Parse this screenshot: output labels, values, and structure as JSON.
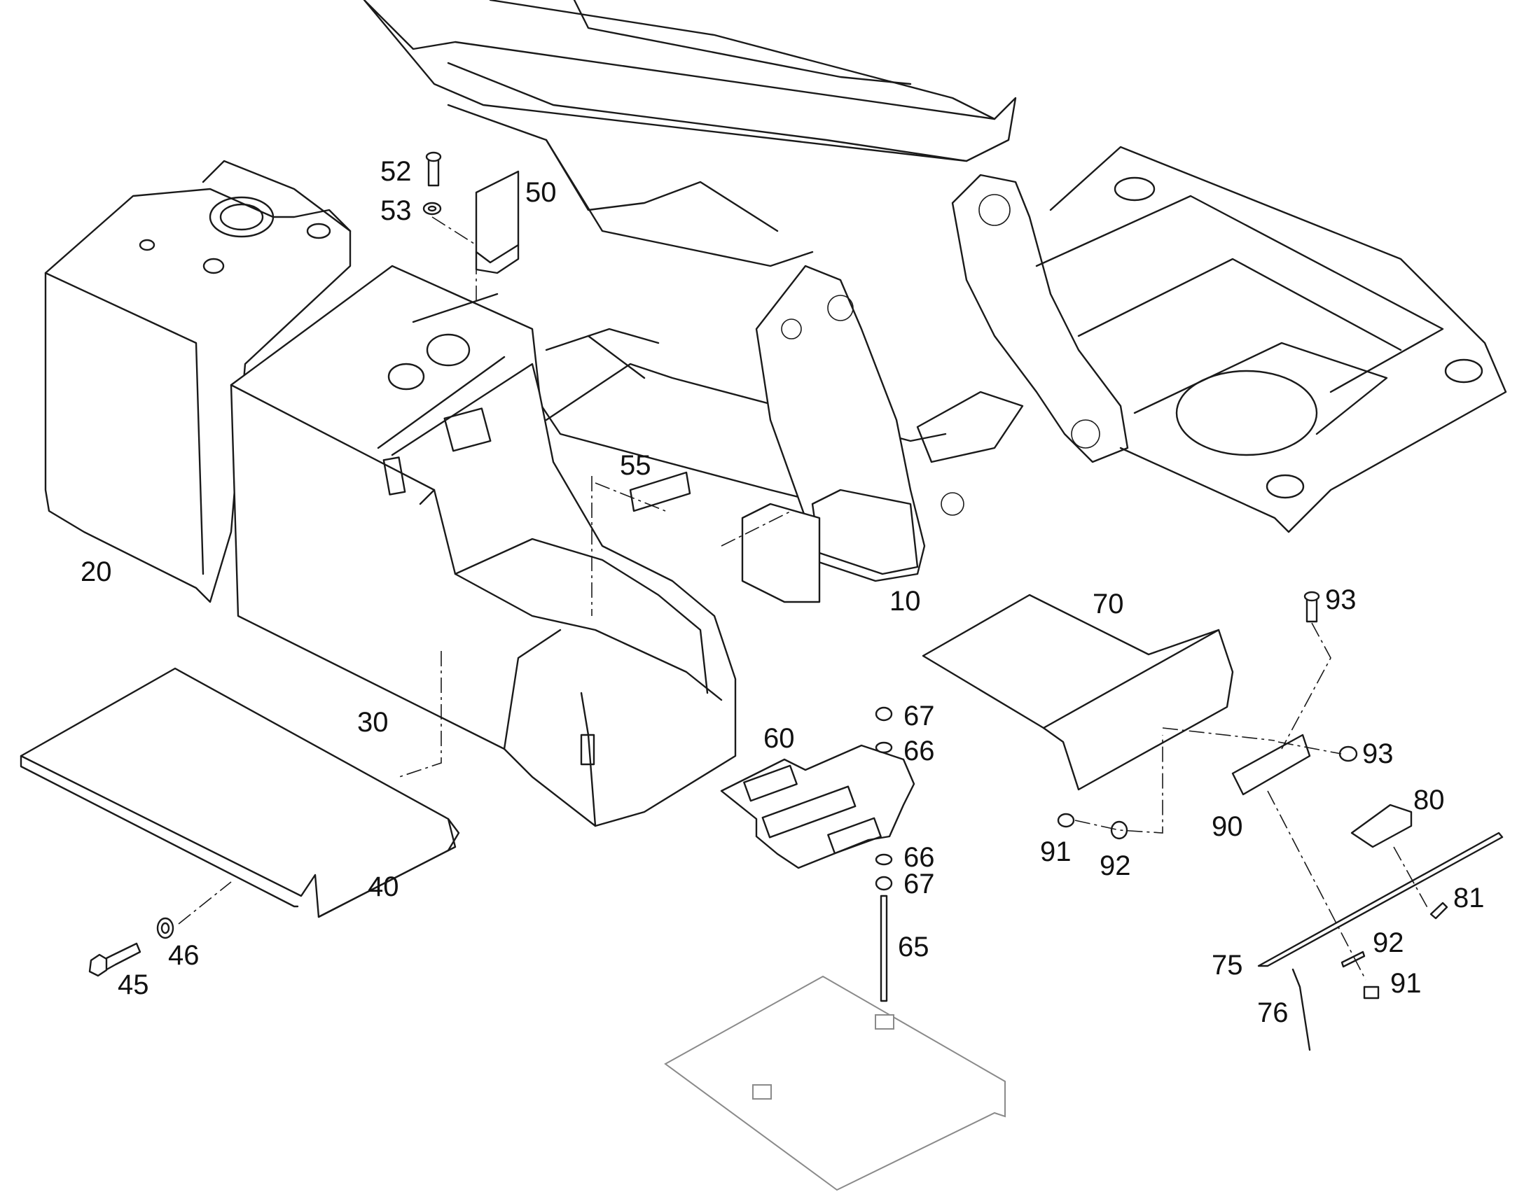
{
  "callouts": [
    {
      "id": "c10",
      "label": "10"
    },
    {
      "id": "c20",
      "label": "20"
    },
    {
      "id": "c30",
      "label": "30"
    },
    {
      "id": "c40",
      "label": "40"
    },
    {
      "id": "c45",
      "label": "45"
    },
    {
      "id": "c46",
      "label": "46"
    },
    {
      "id": "c50",
      "label": "50"
    },
    {
      "id": "c52",
      "label": "52"
    },
    {
      "id": "c53",
      "label": "53"
    },
    {
      "id": "c55",
      "label": "55"
    },
    {
      "id": "c60",
      "label": "60"
    },
    {
      "id": "c65",
      "label": "65"
    },
    {
      "id": "c66a",
      "label": "66"
    },
    {
      "id": "c66b",
      "label": "66"
    },
    {
      "id": "c67a",
      "label": "67"
    },
    {
      "id": "c67b",
      "label": "67"
    },
    {
      "id": "c70",
      "label": "70"
    },
    {
      "id": "c75",
      "label": "75"
    },
    {
      "id": "c76",
      "label": "76"
    },
    {
      "id": "c80",
      "label": "80"
    },
    {
      "id": "c81",
      "label": "81"
    },
    {
      "id": "c90",
      "label": "90"
    },
    {
      "id": "c91a",
      "label": "91"
    },
    {
      "id": "c91b",
      "label": "91"
    },
    {
      "id": "c92a",
      "label": "92"
    },
    {
      "id": "c92b",
      "label": "92"
    },
    {
      "id": "c93a",
      "label": "93"
    },
    {
      "id": "c93b",
      "label": "93"
    }
  ]
}
